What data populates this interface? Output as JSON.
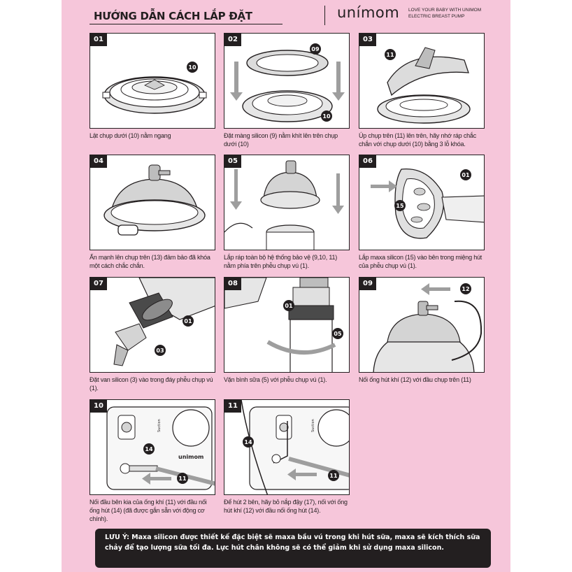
{
  "header": {
    "title": "HƯỚNG DẪN CÁCH LẮP ĐẶT",
    "logo": "unímom",
    "tagline_1": "LOVE YOUR BABY WITH UNIMOM",
    "tagline_2": "ELECTRIC BREAST PUMP"
  },
  "steps": [
    {
      "num": "01",
      "caption": "Lật chụp dưới (10) nằm ngang",
      "callouts": [
        "10"
      ]
    },
    {
      "num": "02",
      "caption": "Đặt màng silicon (9) nằm khít lên trên chụp dưới (10)",
      "callouts": [
        "09",
        "10"
      ]
    },
    {
      "num": "03",
      "caption": "Úp chụp trên (11) lên trên, hãy nhớ ráp chắc chắn với chụp dưới (10) bằng 3 lỗ khóa.",
      "callouts": [
        "11"
      ]
    },
    {
      "num": "04",
      "caption": "Ấn mạnh lên chụp trên (13) đảm bảo đã khóa một cách chắc chắn.",
      "callouts": []
    },
    {
      "num": "05",
      "caption": "Lắp ráp toàn bộ hệ thống bảo vệ (9,10, 11) nằm phía trên phễu chụp vú (1).",
      "callouts": []
    },
    {
      "num": "06",
      "caption": "Lắp maxa silicon (15) vào bên trong miệng hút của phễu chụp vú (1).",
      "callouts": [
        "01",
        "15"
      ]
    },
    {
      "num": "07",
      "caption": "Đặt van silicon (3) vào trong đáy phễu chụp vú (1).",
      "callouts": [
        "01",
        "03"
      ]
    },
    {
      "num": "08",
      "caption": "Vặn bình sữa (5) với phễu chụp vú (1).",
      "callouts": [
        "01",
        "05"
      ]
    },
    {
      "num": "09",
      "caption": "Nối ống hút khí (12) với đầu chụp trên (11)",
      "callouts": [
        "12"
      ]
    },
    {
      "num": "10",
      "caption": "Nối đầu bên kia của ống khí (11) với đầu nối ống hút (14) (đã được gắn sẵn với động cơ chính).",
      "callouts": [
        "14",
        "11"
      ],
      "device_label": "unimom",
      "knob_label": "Suction"
    },
    {
      "num": "11",
      "caption": "Để hút 2 bên, hãy bỏ nắp đậy (17), nối với ống hút khí (12) với đầu nối ống hút (14).",
      "callouts": [
        "14",
        "11"
      ],
      "knob_label": "Suction"
    }
  ],
  "note": {
    "text": "LƯU Ý: Maxa silicon được thiết kế đặc biệt sẽ maxa bầu vú trong khi hút sữa, maxa sẽ kích thích sữa chảy để tạo lượng sữa tối đa. Lực hút chân không sẽ có thể giảm khi sử dụng maxa silicon."
  },
  "colors": {
    "page_bg": "#f6c6da",
    "ink": "#231f20",
    "frame_bg": "#ffffff",
    "shade": "#b3b3b3"
  }
}
